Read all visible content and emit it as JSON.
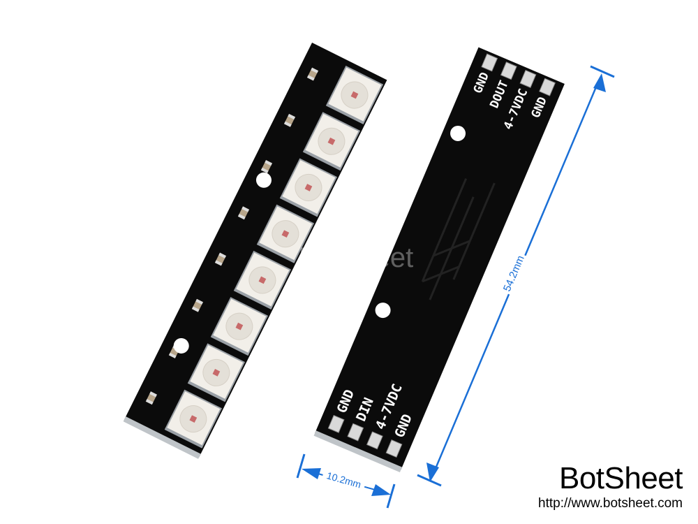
{
  "product": {
    "led_count": 8,
    "top_pins": [
      "GND",
      "DOUT",
      "4-7VDC",
      "GND"
    ],
    "bottom_pins": [
      "GND",
      "DIN",
      "4-7VDC",
      "GND"
    ]
  },
  "dimensions": {
    "length": "54.2mm",
    "width": "10.2mm",
    "arrow_color": "#1a6fd6"
  },
  "watermark": "BotSheet",
  "brand": {
    "name": "BotSheet",
    "url": "http://www.botsheet.com"
  },
  "colors": {
    "pcb": "#0b0b0b",
    "led_body": "#f2efe9",
    "pad": "#d9d9d9"
  }
}
